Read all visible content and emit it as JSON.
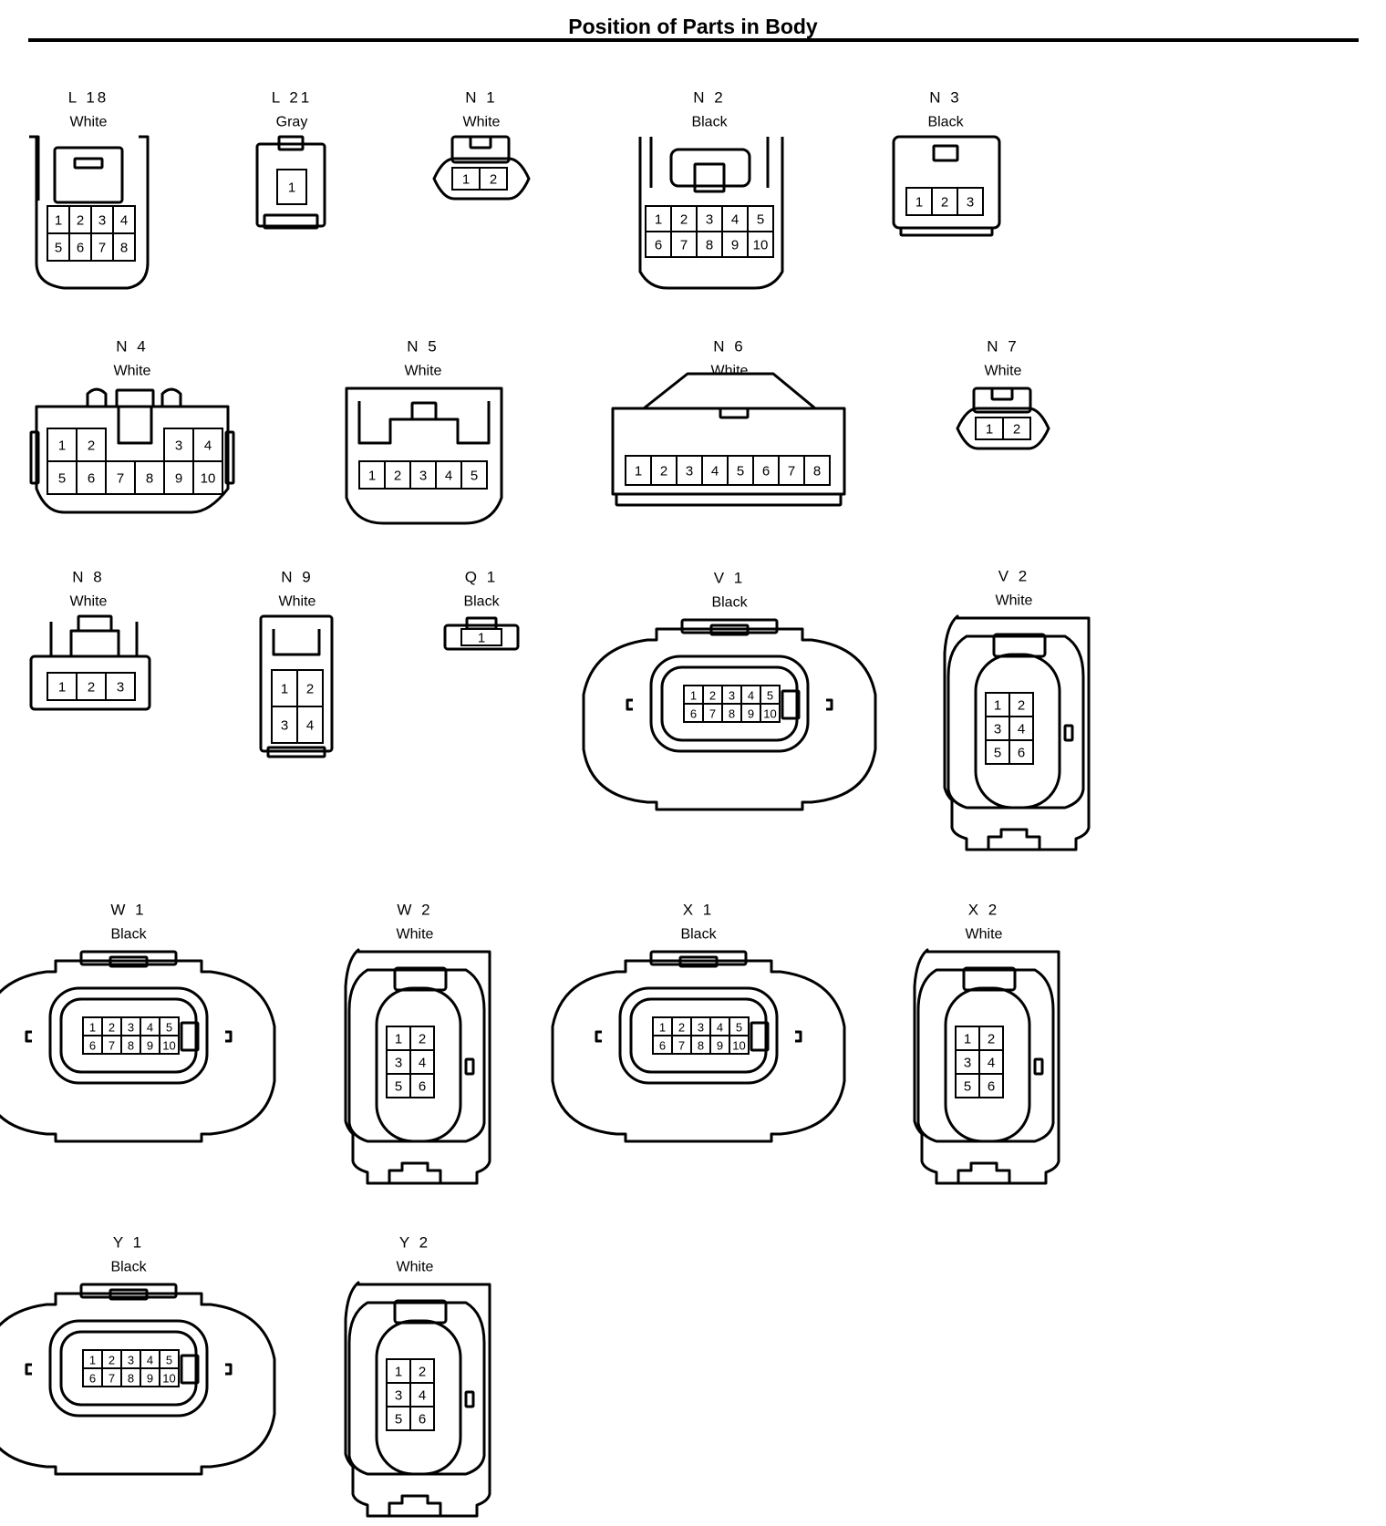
{
  "title": "Position of Parts in Body",
  "connectors": [
    {
      "id": "L18",
      "code": "L 18",
      "color": "White",
      "pins": [
        [
          "1",
          "2",
          "3",
          "4"
        ],
        [
          "5",
          "6",
          "7",
          "8"
        ]
      ]
    },
    {
      "id": "L21",
      "code": "L 21",
      "color": "Gray",
      "pins": [
        [
          "1"
        ]
      ]
    },
    {
      "id": "N1",
      "code": "N 1",
      "color": "White",
      "pins": [
        [
          "1",
          "2"
        ]
      ]
    },
    {
      "id": "N2",
      "code": "N 2",
      "color": "Black",
      "pins": [
        [
          "1",
          "2",
          "3",
          "4",
          "5"
        ],
        [
          "6",
          "7",
          "8",
          "9",
          "10"
        ]
      ]
    },
    {
      "id": "N3",
      "code": "N 3",
      "color": "Black",
      "pins": [
        [
          "1",
          "2",
          "3"
        ]
      ]
    },
    {
      "id": "N4",
      "code": "N 4",
      "color": "White",
      "pins": [
        [
          "1",
          "2",
          "",
          "",
          "3",
          "4"
        ],
        [
          "5",
          "6",
          "7",
          "8",
          "9",
          "10"
        ]
      ]
    },
    {
      "id": "N5",
      "code": "N 5",
      "color": "White",
      "pins": [
        [
          "1",
          "2",
          "3",
          "4",
          "5"
        ]
      ]
    },
    {
      "id": "N6",
      "code": "N 6",
      "color": "White",
      "pins": [
        [
          "1",
          "2",
          "3",
          "4",
          "5",
          "6",
          "7",
          "8"
        ]
      ]
    },
    {
      "id": "N7",
      "code": "N 7",
      "color": "White",
      "pins": [
        [
          "1",
          "2"
        ]
      ]
    },
    {
      "id": "N8",
      "code": "N 8",
      "color": "White",
      "pins": [
        [
          "1",
          "2",
          "3"
        ]
      ]
    },
    {
      "id": "N9",
      "code": "N 9",
      "color": "White",
      "pins": [
        [
          "1",
          "2"
        ],
        [
          "3",
          "4"
        ]
      ]
    },
    {
      "id": "Q1",
      "code": "Q 1",
      "color": "Black",
      "pins": [
        [
          "1"
        ]
      ]
    },
    {
      "id": "V1",
      "code": "V 1",
      "color": "Black",
      "pins": [
        [
          "1",
          "2",
          "3",
          "4",
          "5"
        ],
        [
          "6",
          "7",
          "8",
          "9",
          "10"
        ]
      ]
    },
    {
      "id": "V2",
      "code": "V 2",
      "color": "White",
      "pins": [
        [
          "1",
          "2"
        ],
        [
          "3",
          "4"
        ],
        [
          "5",
          "6"
        ]
      ]
    },
    {
      "id": "W1",
      "code": "W 1",
      "color": "Black",
      "pins": [
        [
          "1",
          "2",
          "3",
          "4",
          "5"
        ],
        [
          "6",
          "7",
          "8",
          "9",
          "10"
        ]
      ]
    },
    {
      "id": "W2",
      "code": "W 2",
      "color": "White",
      "pins": [
        [
          "1",
          "2"
        ],
        [
          "3",
          "4"
        ],
        [
          "5",
          "6"
        ]
      ]
    },
    {
      "id": "X1",
      "code": "X 1",
      "color": "Black",
      "pins": [
        [
          "1",
          "2",
          "3",
          "4",
          "5"
        ],
        [
          "6",
          "7",
          "8",
          "9",
          "10"
        ]
      ]
    },
    {
      "id": "X2",
      "code": "X 2",
      "color": "White",
      "pins": [
        [
          "1",
          "2"
        ],
        [
          "3",
          "4"
        ],
        [
          "5",
          "6"
        ]
      ]
    },
    {
      "id": "Y1",
      "code": "Y 1",
      "color": "Black",
      "pins": [
        [
          "1",
          "2",
          "3",
          "4",
          "5"
        ],
        [
          "6",
          "7",
          "8",
          "9",
          "10"
        ]
      ]
    },
    {
      "id": "Y2",
      "code": "Y 2",
      "color": "White",
      "pins": [
        [
          "1",
          "2"
        ],
        [
          "3",
          "4"
        ],
        [
          "5",
          "6"
        ]
      ]
    }
  ]
}
